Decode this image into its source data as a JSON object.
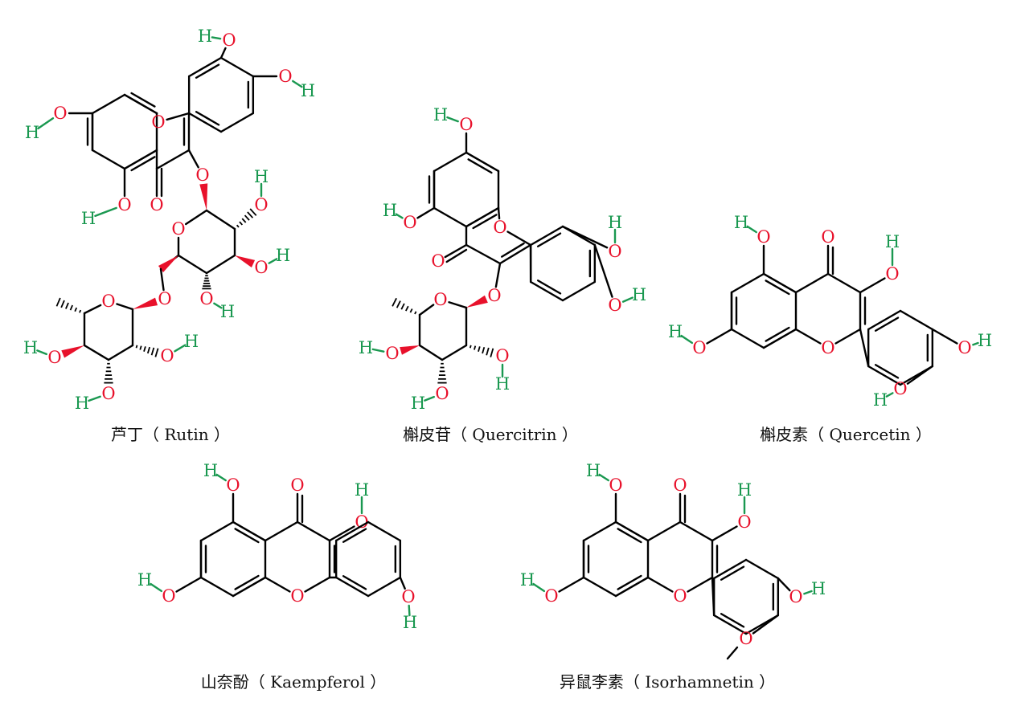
{
  "colors": {
    "bond": "#000000",
    "oxygen": "#e8112b",
    "hydrogen": "#1a9850",
    "wedge": "#e8112b",
    "caption": "#111111"
  },
  "atoms": {
    "oxygen": "O",
    "hydrogen": "H"
  },
  "molecules": [
    {
      "key": "rutin",
      "caption": "芦丁（ Rutin ）"
    },
    {
      "key": "quercitrin",
      "caption": "槲皮苷（ Quercitrin ）"
    },
    {
      "key": "quercetin",
      "caption": "槲皮素（ Quercetin ）"
    },
    {
      "key": "kaempferol",
      "caption": "山奈酚（ Kaempferol ）"
    },
    {
      "key": "isorhamnetin",
      "caption": "异鼠李素（ Isorhamnetin ）"
    }
  ]
}
